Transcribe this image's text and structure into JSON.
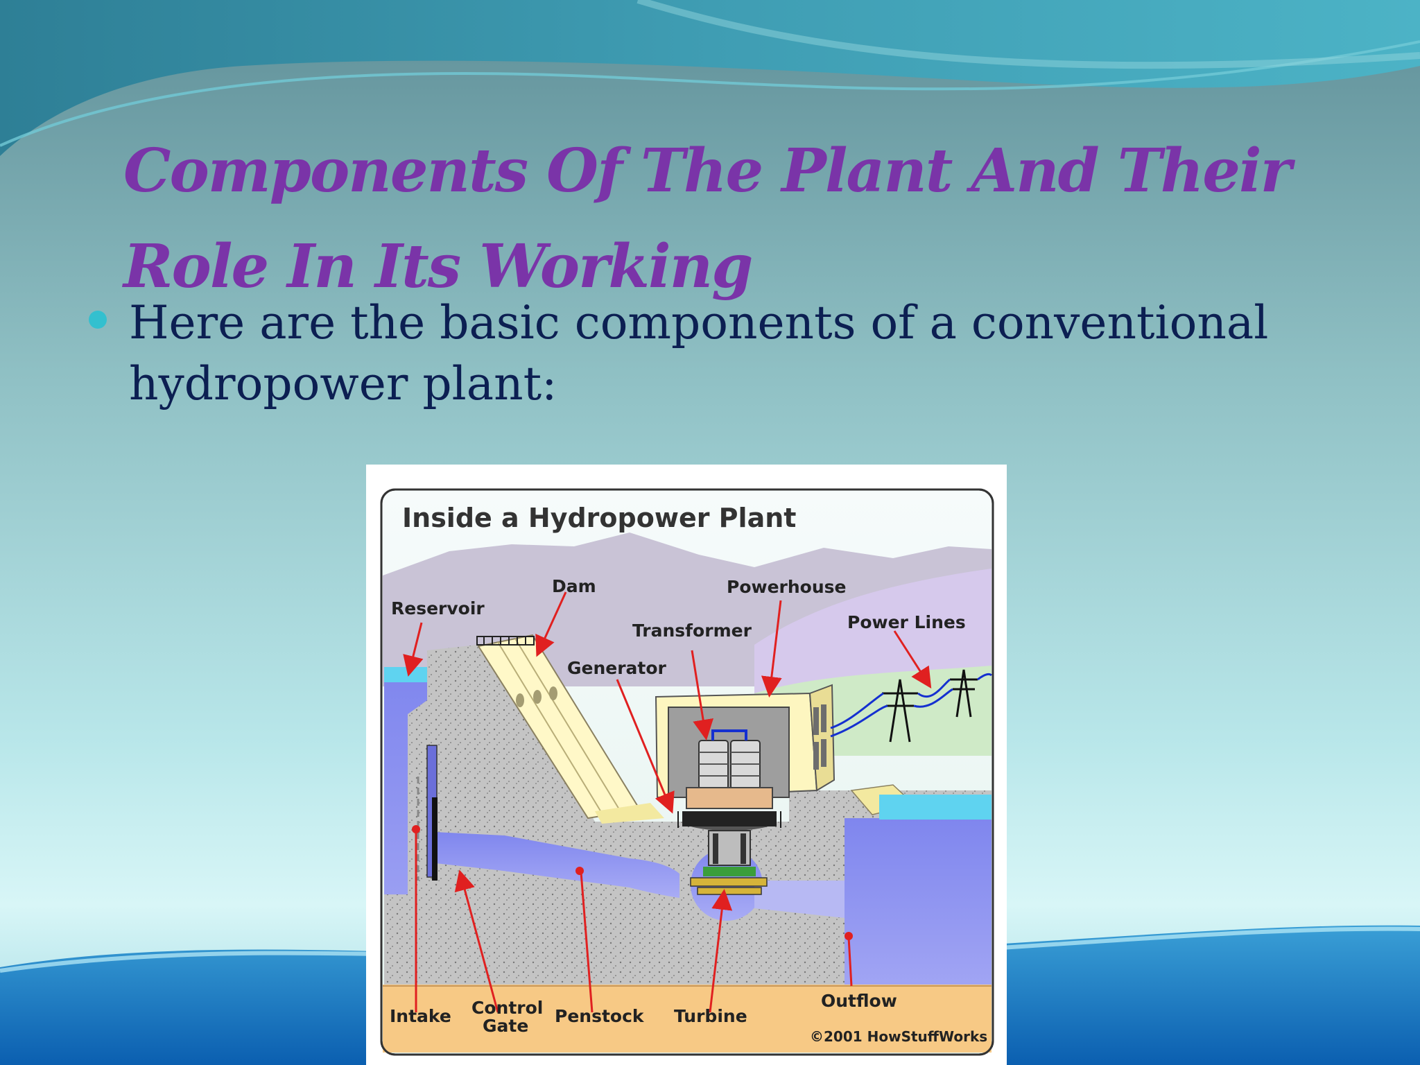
{
  "slide": {
    "title": "Components Of The Plant And Their Role In Its Working",
    "bullet": "Here are the basic components of a conventional hydropower plant:"
  },
  "diagram": {
    "heading": "Inside a Hydropower Plant",
    "labels": {
      "dam": "Dam",
      "powerhouse": "Powerhouse",
      "reservoir": "Reservoir",
      "transformer": "Transformer",
      "power_lines": "Power Lines",
      "generator": "Generator",
      "intake": "Intake",
      "control_gate_line1": "Control",
      "control_gate_line2": "Gate",
      "penstock": "Penstock",
      "turbine": "Turbine",
      "outflow": "Outflow"
    },
    "copyright": "©2001 HowStuffWorks"
  },
  "colors": {
    "title": "#7a34a8",
    "body_text": "#0c1f52",
    "bullet": "#33c0cf",
    "arrow": "#e02020",
    "water": "#8a8ef0"
  }
}
